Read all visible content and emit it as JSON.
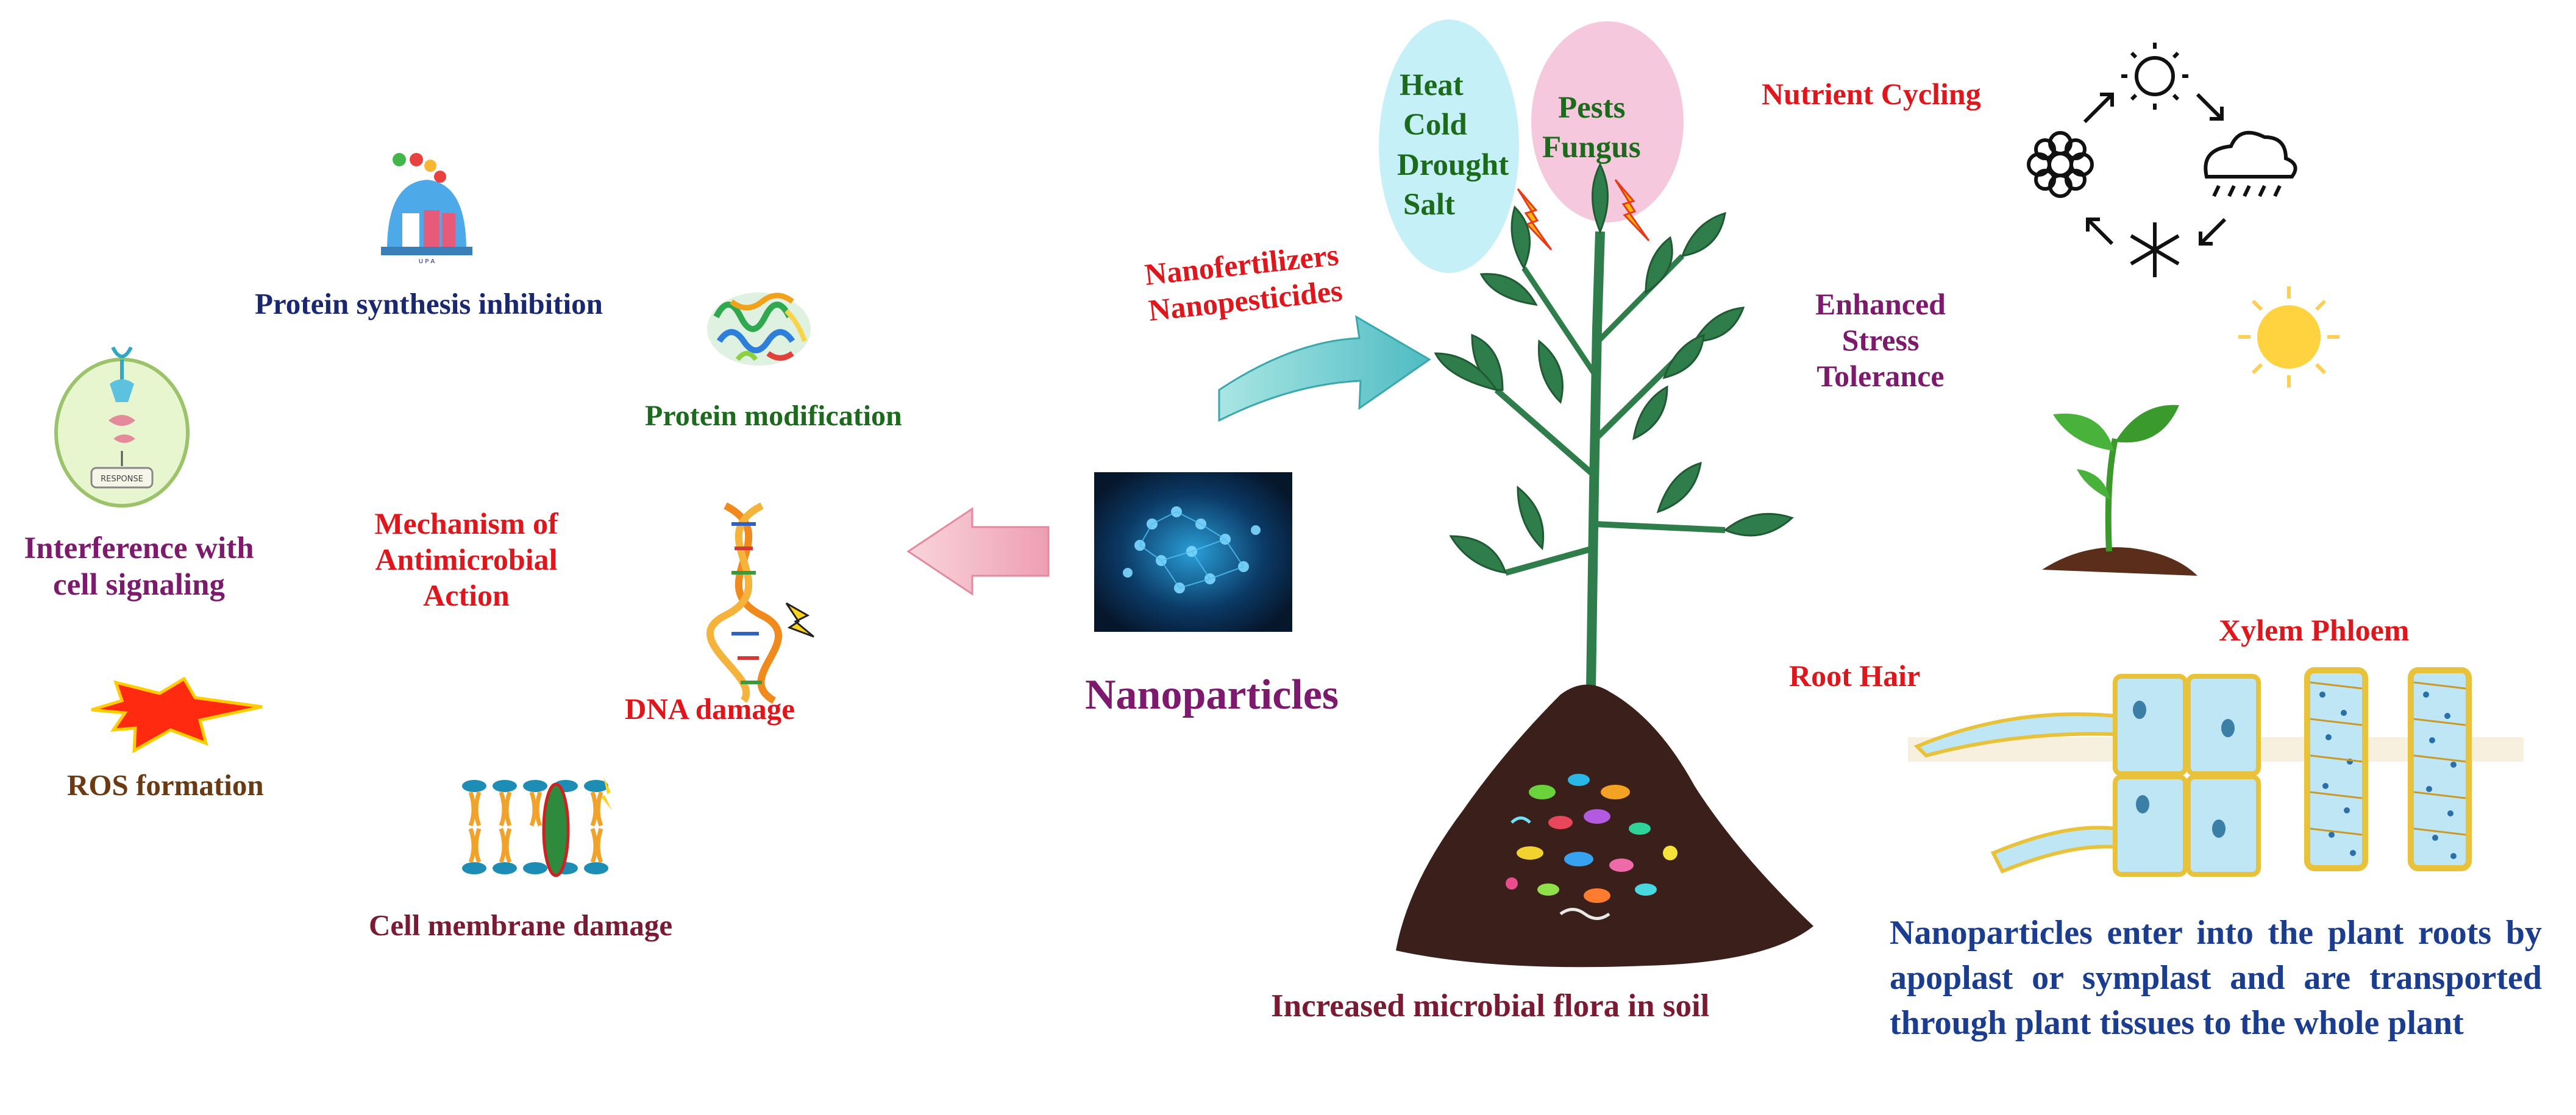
{
  "labels": {
    "protein_synthesis": "Protein synthesis inhibition",
    "protein_modification": "Protein modification",
    "interference_line1": "Interference with",
    "interference_line2": "cell signaling",
    "mechanism_line1": "Mechanism of",
    "mechanism_line2": "Antimicrobial",
    "mechanism_line3": "Action",
    "dna_damage": "DNA damage",
    "ros_formation": "ROS formation",
    "membrane_damage": "Cell membrane damage",
    "nanoparticles": "Nanoparticles",
    "nanofertilizers": "Nanofertilizers",
    "nanopesticides": "Nanopesticides",
    "stress_heat": "Heat",
    "stress_cold": "Cold",
    "stress_drought": "Drought",
    "stress_salt": "Salt",
    "stress_pests": "Pests",
    "stress_fungus": "Fungus",
    "nutrient_cycling": "Nutrient Cycling",
    "enhanced_line1": "Enhanced",
    "enhanced_line2": "Stress",
    "enhanced_line3": "Tolerance",
    "root_hair": "Root Hair",
    "xylem_phloem": "Xylem Phloem",
    "microbial_flora": "Increased microbial flora in soil",
    "response_text": "RESPONSE",
    "transport_text": "Nanoparticles enter into the plant roots by apoplast or symplast and are transported through plant tissues to the whole plant"
  },
  "colors": {
    "red_label": "#e0161d",
    "navy_label": "#1a2872",
    "green_label": "#1f7a1f",
    "purple_label": "#7d1a6e",
    "blue_text": "#1b3d8f",
    "leaf_green": "#2f7d4a",
    "soil": "#3a1f1a",
    "bubble_blue": "#c6f0f8",
    "bubble_pink": "#f6c8de",
    "arrow_pink": "#f4b6c4",
    "arrow_teal": "#7fd3d4"
  }
}
